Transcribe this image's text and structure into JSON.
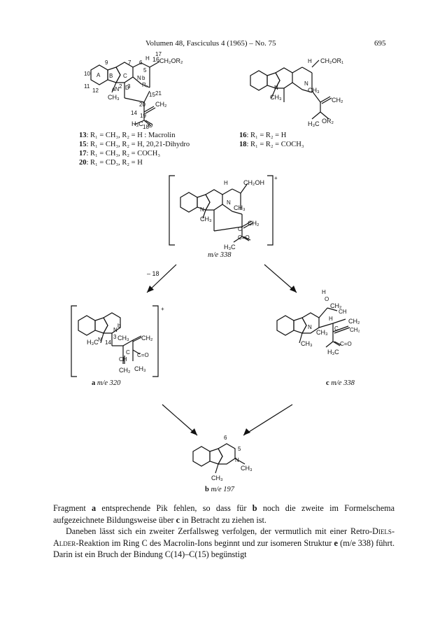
{
  "header": {
    "journal": "Volumen 48, Fasciculus 4 (1965) – No. 75",
    "page": "695"
  },
  "compounds_left": [
    {
      "num": "13",
      "text": ": R₁ = CH₃, R₂ = H : Macrolin"
    },
    {
      "num": "15",
      "text": ": R₁ = CH₃, R₂ = H, 20,21-Dihydro"
    },
    {
      "num": "17",
      "text": ": R₁ = CH₃, R₂ = COCH₃"
    },
    {
      "num": "20",
      "text": ": R₁ = CD₃, R₂ = H"
    }
  ],
  "compounds_right": [
    {
      "num": "16",
      "text": ": R₁ = R₂ = H"
    },
    {
      "num": "18",
      "text": ": R₁ = R₂ = COCH₃"
    }
  ],
  "ions": {
    "top": "m/e 338",
    "a_letter": "a",
    "a_mass": "m/e 320",
    "c_letter": "c",
    "c_mass": "m/e 338",
    "b_letter": "b",
    "b_mass": "m/e 197",
    "loss_label": "– 18"
  },
  "body": {
    "p1_part1": "Fragment ",
    "p1_a": "a",
    "p1_part2": " entsprechende Pik fehlen, so dass für ",
    "p1_b": "b",
    "p1_part3": " noch die zweite im Formelschema aufgezeichnete Bildungsweise über ",
    "p1_c": "c",
    "p1_part4": " in Betracht zu ziehen ist.",
    "p2_part1": "Daneben lässt sich ein zweiter Zerfallsweg verfolgen, der vermutlich mit einer Retro-",
    "p2_sc": "Diels-Alder",
    "p2_part2": "-Reaktion im Ring C des Macrolin-Ions beginnt und zur isomeren Struktur ",
    "p2_e": "e",
    "p2_part3": " (m/e 338) führt. Darin ist ein Bruch der Bindung C(14)–C(15) begünstigt"
  }
}
